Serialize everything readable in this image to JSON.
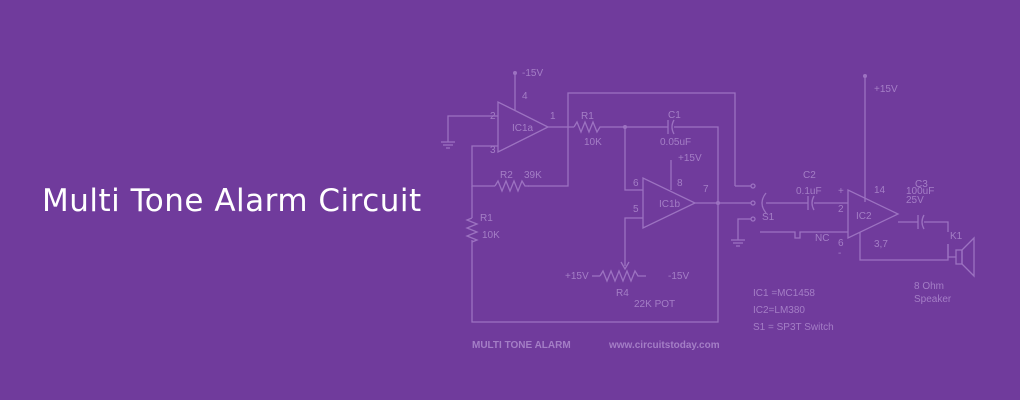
{
  "banner": {
    "title": "Multi Tone Alarm Circuit",
    "background_color": "#703b9c",
    "title_color": "#ffffff",
    "line_color": "#9c72c1"
  },
  "schematic": {
    "ic1a": {
      "name": "IC1a",
      "pin_neg": "2",
      "pin_pos": "3",
      "pin_out": "1",
      "pin_supply": "4",
      "supply": "-15V"
    },
    "ic1b": {
      "name": "IC1b",
      "pin_neg": "6",
      "pin_pos": "5",
      "pin_out": "7",
      "pin_supply": "8",
      "supply": "+15V"
    },
    "ic2": {
      "name": "IC2",
      "pin_pos": "+",
      "pin_neg": "-",
      "pin_in": "2",
      "pin_gnd": "6",
      "pin_supply": "14",
      "pin_other": "3,7",
      "nc": "NC",
      "supply": "+15V"
    },
    "r1_top": {
      "name": "R1",
      "value": "10K"
    },
    "r1_left": {
      "name": "R1",
      "value": "10K"
    },
    "r2": {
      "name": "R2",
      "value": "39K"
    },
    "c1": {
      "name": "C1",
      "value": "0.05uF"
    },
    "c2": {
      "name": "C2",
      "value": "0.1uF"
    },
    "c3": {
      "name": "C3",
      "value": "100uF",
      "rating": "25V"
    },
    "r4": {
      "name": "R4",
      "value": "22K POT",
      "left_supply": "+15V",
      "right_supply": "-15V"
    },
    "s1": {
      "name": "S1"
    },
    "k1": {
      "name": "K1",
      "label_line1": "8 Ohm",
      "label_line2": "Speaker"
    },
    "notes": [
      "IC1 =MC1458",
      "IC2=LM380",
      "S1 = SP3T Switch"
    ],
    "caption": "MULTI TONE ALARM",
    "website": "www.circuitstoday.com"
  }
}
